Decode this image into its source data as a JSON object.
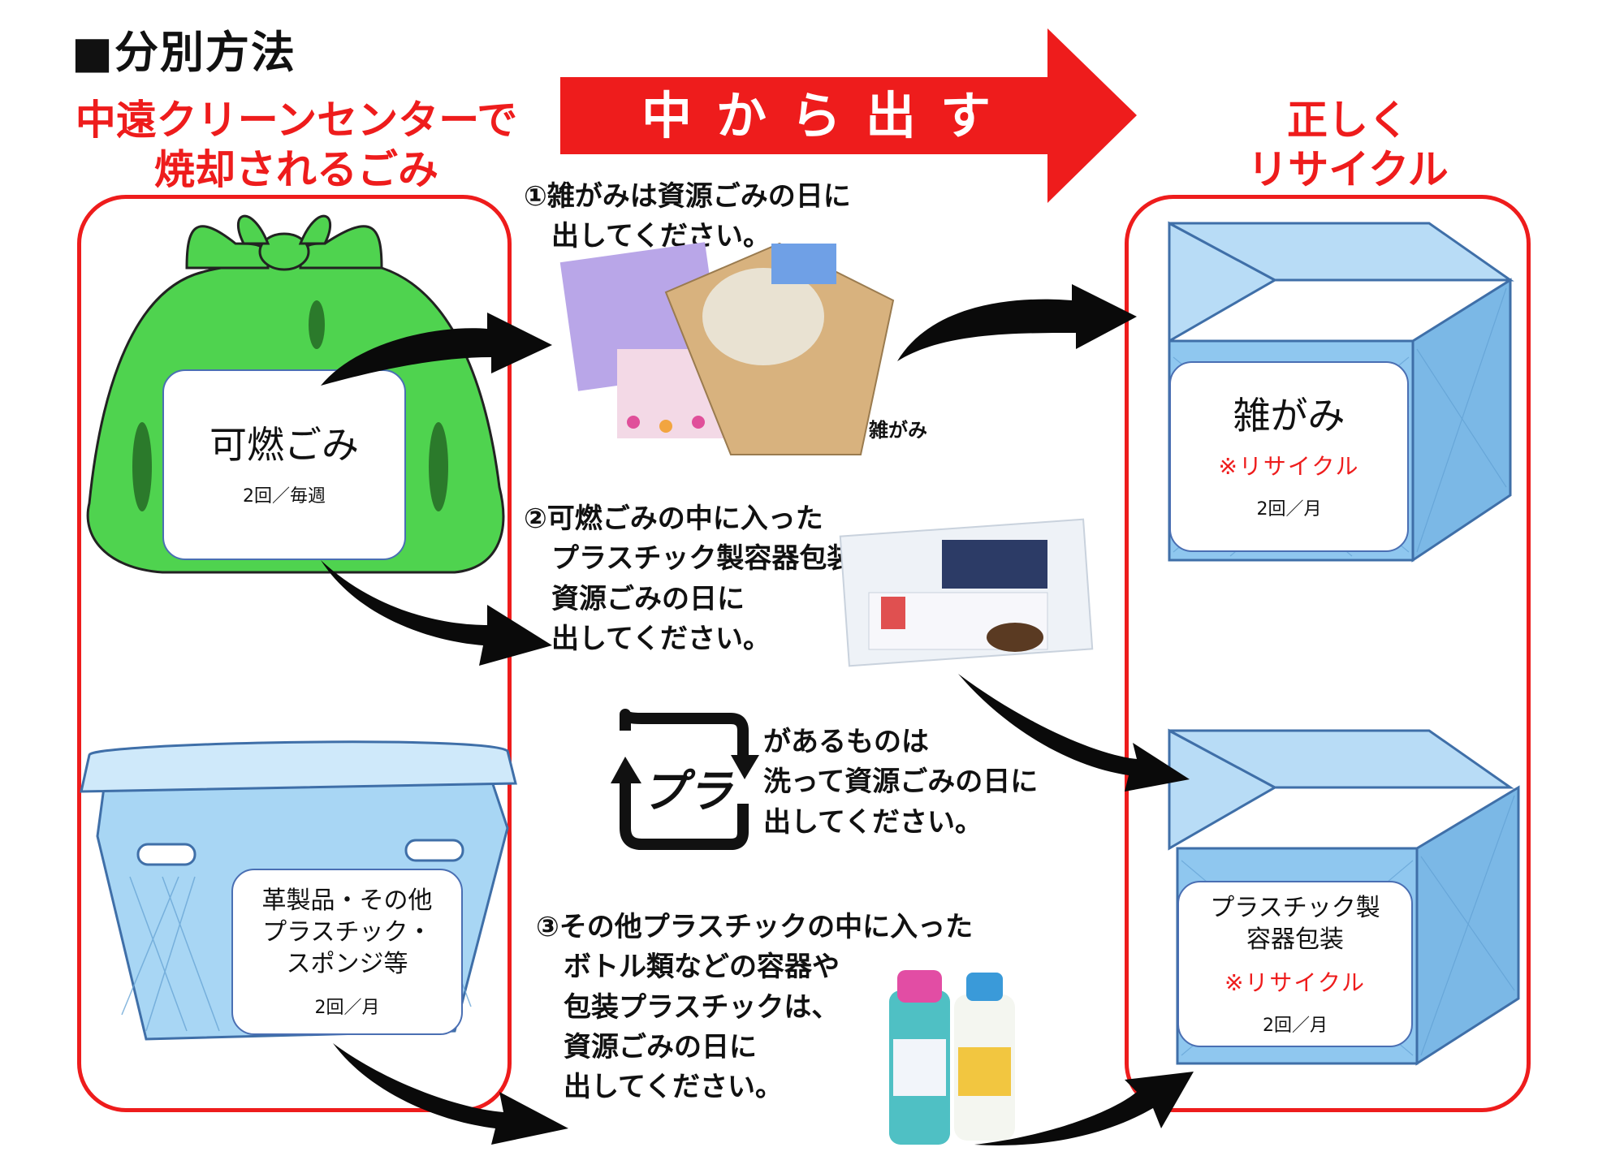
{
  "title": "■分別方法",
  "left_heading": {
    "line1": "中遠クリーンセンターで",
    "line2": "焼却されるごみ"
  },
  "banner": "中から出す",
  "right_heading": {
    "line1": "正しく",
    "line2": "リサイクル"
  },
  "left_items": [
    {
      "main": "可燃ごみ",
      "freq": "2回／毎週"
    },
    {
      "main_lines": [
        "革製品・その他",
        "プラスチック・",
        "スポンジ等"
      ],
      "freq": "2回／月"
    }
  ],
  "steps": [
    {
      "text": "①雑がみは資源ごみの日に\n　出してください。",
      "photo_caption": "雑がみ"
    },
    {
      "text": "②可燃ごみの中に入った\n　プラスチック製容器包装は、\n　資源ごみの日に\n　出してください。"
    },
    {
      "text": "があるものは\n洗って資源ごみの日に\n出してください。",
      "mark_label": "プラ"
    },
    {
      "text": "③その他プラスチックの中に入った\n　ボトル類などの容器や\n　包装プラスチックは、\n　資源ごみの日に\n　出してください。"
    }
  ],
  "right_items": [
    {
      "main": "雑がみ",
      "note": "※リサイクル",
      "freq": "2回／月"
    },
    {
      "main_lines": [
        "プラスチック製",
        "容器包装"
      ],
      "note": "※リサイクル",
      "freq": "2回／月"
    }
  ],
  "colors": {
    "accent": "#ee1c1c",
    "bag": "#4fd34f",
    "box": "#8fc7ef",
    "box_dark": "#3f6fa8"
  }
}
